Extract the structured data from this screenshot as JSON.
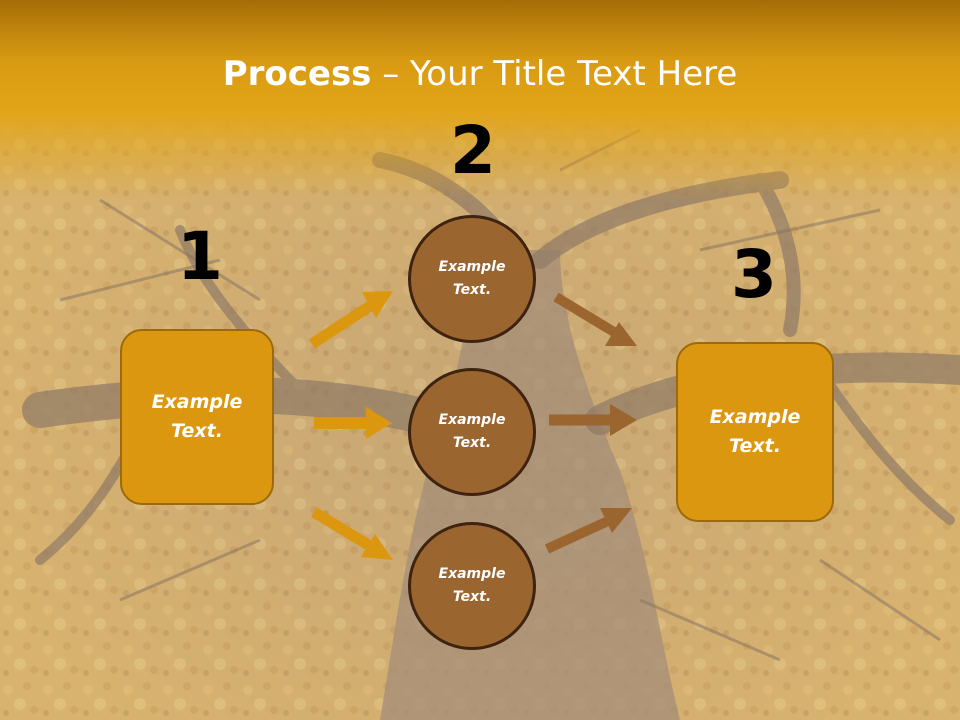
{
  "slide": {
    "title_bold": "Process",
    "title_rest": " – Your Title Text Here",
    "step1_number": "1",
    "step2_number": "2",
    "step3_number": "3",
    "left_box_text": "Example Text.",
    "circle_top_text": "Example Text.",
    "circle_middle_text": "Example Text.",
    "circle_bottom_text": "Example Text.",
    "right_box_text": "Example Text."
  },
  "colors": {
    "title_band": "#e2a417",
    "box_fill": "#db9710",
    "circle_fill": "#9b6530",
    "arrow_gold": "#db9710",
    "arrow_brown": "#9b6530"
  }
}
